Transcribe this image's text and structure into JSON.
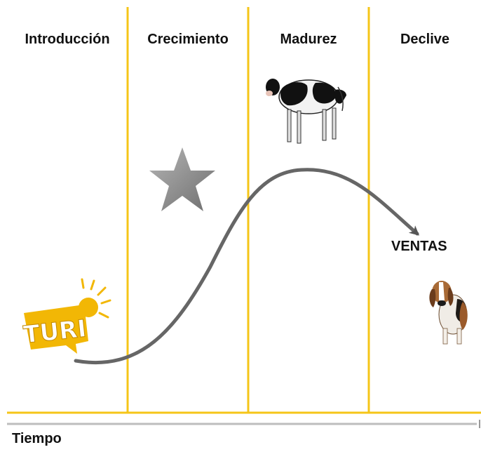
{
  "stages": [
    {
      "label": "Introducción",
      "icon": "turi-logo-icon"
    },
    {
      "label": "Crecimiento",
      "icon": "star-icon"
    },
    {
      "label": "Madurez",
      "icon": "cow-icon"
    },
    {
      "label": "Declive",
      "icon": "dog-icon"
    }
  ],
  "curve_label": "VENTAS",
  "axis_label": "Tiempo",
  "logo_text": "TURI",
  "colors": {
    "divider": "#F5C518",
    "curve": "#666666",
    "star": "#8f8f8f",
    "axis": "#bdbdbd",
    "logo": "#F2B705"
  }
}
